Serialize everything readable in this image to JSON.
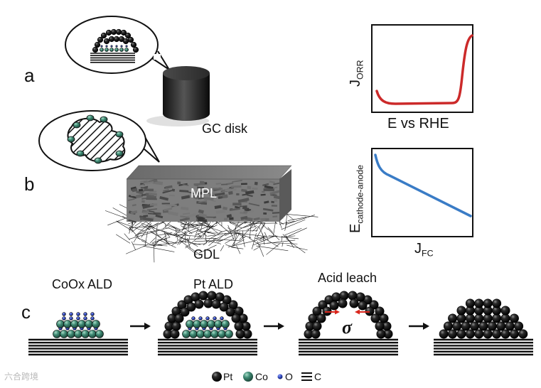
{
  "panels": {
    "a": {
      "letter": "a",
      "disk_label": "GC disk",
      "plot": {
        "ylabel": "J",
        "ylabel_sub": "ORR",
        "xlabel": "E vs RHE",
        "curve_color": "#cc2a2a"
      }
    },
    "b": {
      "letter": "b",
      "mpl_label": "MPL",
      "gdl_label": "GDL",
      "plot": {
        "ylabel": "E",
        "ylabel_sub": "cathode-anode",
        "xlabel": "J",
        "xlabel_sub": "FC",
        "curve_color": "#3a7cc6"
      }
    },
    "c": {
      "letter": "c",
      "steps": [
        "CoOx ALD",
        "Pt ALD",
        "Acid leach"
      ],
      "sigma": "σ",
      "sigma_color": "#d9261c"
    }
  },
  "legend": [
    {
      "icon": "pt-sphere-icon",
      "label": "Pt",
      "color": "#111111"
    },
    {
      "icon": "co-sphere-icon",
      "label": "Co",
      "color": "#3f8a74"
    },
    {
      "icon": "o-atom-icon",
      "label": "O",
      "color": "#2d46b8"
    },
    {
      "icon": "carbon-layers-icon",
      "label": "C",
      "color": "#111111"
    }
  ],
  "watermark": "六合跨境"
}
